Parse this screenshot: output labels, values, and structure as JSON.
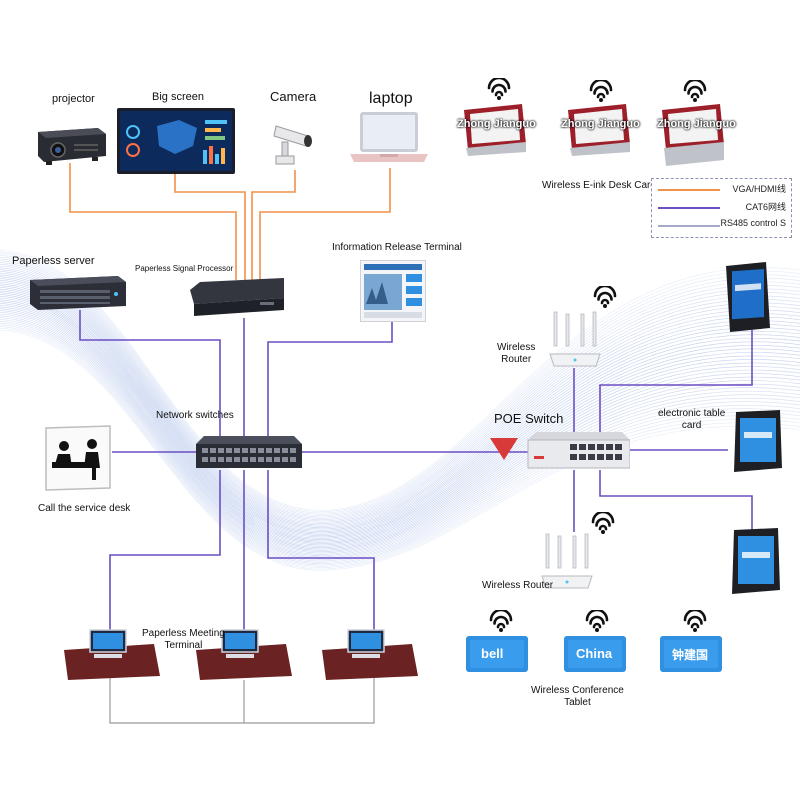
{
  "colors": {
    "vga_line": "#f0914a",
    "cat6_line": "#6b4fc4",
    "rs485_line": "#a8a8c8",
    "wave": "#2e5fc8",
    "device_dark": "#2a2c33",
    "tablet_blue": "#2f8fe0",
    "poe_triangle": "#d83a3a"
  },
  "labels": {
    "projector": "projector",
    "big_screen": "Big screen",
    "camera": "Camera",
    "laptop": "laptop",
    "paperless_server": "Paperless server",
    "signal_processor": "Paperless Signal Processor",
    "info_release_terminal": "Information Release Terminal",
    "network_switches": "Network switches",
    "call_service_desk": "Call the service desk",
    "paperless_meeting_terminal": "Paperless Meeting\nTerminal",
    "wireless_router_top": "Wireless\nRouter",
    "poe_switch": "POE Switch",
    "electronic_table_card": "electronic table\ncard",
    "wireless_router_bottom": "Wireless Router",
    "wireless_conference_tablet": "Wireless Conference\nTablet",
    "wireless_eink_desk_card": "Wireless E-ink Desk Card"
  },
  "eink_cards": [
    "Zhong Jianguo",
    "Zhong Jianguo",
    "Zhong Jianguo"
  ],
  "tablets": [
    "bell",
    "China",
    "钟建国"
  ],
  "legend": [
    {
      "label": "VGA/HDMI线",
      "color": "#f0914a"
    },
    {
      "label": "CAT6网线",
      "color": "#6b4fc4"
    },
    {
      "label": "RS485 control S",
      "color": "#a8a8c8"
    }
  ],
  "icons": [
    "wifi-icon",
    "projector-icon",
    "camera-icon",
    "laptop-icon",
    "server-icon",
    "switch-icon",
    "router-icon",
    "table-card-icon",
    "tablet-icon",
    "service-desk-icon",
    "meeting-terminal-icon"
  ]
}
